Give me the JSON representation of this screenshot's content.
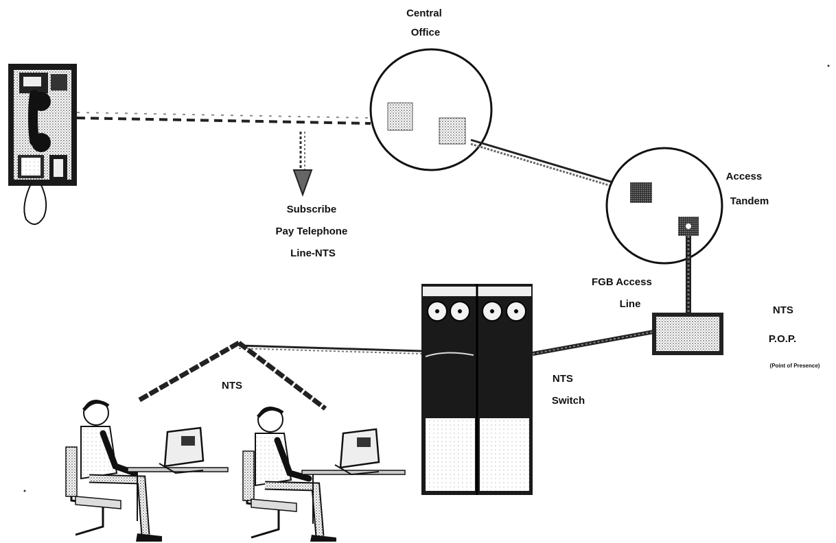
{
  "labels": {
    "central_office": [
      "Central",
      "Office"
    ],
    "access_tandem": [
      "Access",
      "Tandem"
    ],
    "subscribe": [
      "Subscribe",
      "Pay Telephone",
      "Line-NTS"
    ],
    "fgb_access_line": [
      "FGB Access",
      "Line"
    ],
    "nts_pop": [
      "NTS",
      "P.O.P.",
      "(Point of Presence)"
    ],
    "nts_switch": [
      "NTS",
      "Switch"
    ],
    "nts_network": "NTS"
  },
  "icons": [
    "pay-telephone-icon",
    "central-office-icon",
    "access-tandem-icon",
    "nts-pop-box-icon",
    "nts-switch-icon",
    "operator-icon",
    "computer-terminal-icon"
  ],
  "colors": {
    "ink": "#111111",
    "halftone": "#9a9a9a",
    "paper": "#ffffff"
  }
}
